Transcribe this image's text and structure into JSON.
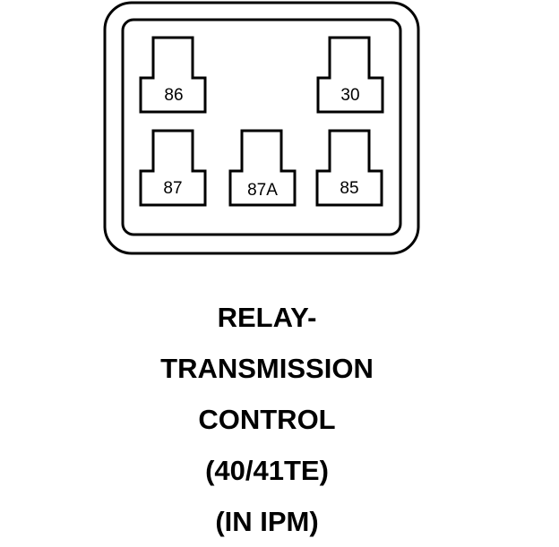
{
  "relay": {
    "pins": {
      "top_left": "86",
      "top_right": "30",
      "bottom_left": "87",
      "bottom_middle": "87A",
      "bottom_right": "85"
    }
  },
  "caption": {
    "lines": [
      "RELAY-",
      "TRANSMISSION",
      "CONTROL",
      "(40/41TE)",
      "(IN IPM)"
    ]
  },
  "colors": {
    "stroke": "#000000",
    "background": "#ffffff"
  }
}
